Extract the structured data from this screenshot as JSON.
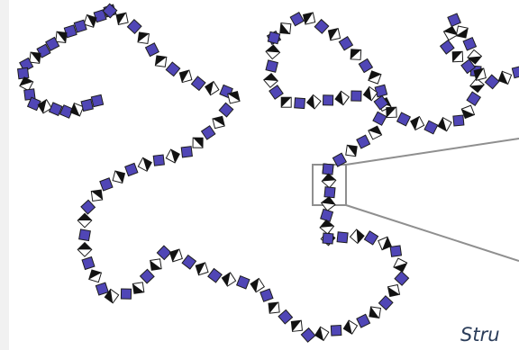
{
  "caption": {
    "text": "Stru"
  },
  "colors": {
    "background": "#ffffff",
    "monomer_blue": "#5046b6",
    "monomer_outline": "#1d1d1d",
    "monomer_black": "#121212",
    "monomer_white": "#ffffff",
    "zoom_box": "#8f8f8f",
    "zoom_lines": "#8f8f8f",
    "caption": "#2b3d5a"
  },
  "icons": {
    "monomer_blue": "blue-square-icon",
    "monomer_split": "half-black-diamond-icon"
  },
  "zoom_target": {
    "chain": 3,
    "indices": [
      7,
      8
    ]
  }
}
